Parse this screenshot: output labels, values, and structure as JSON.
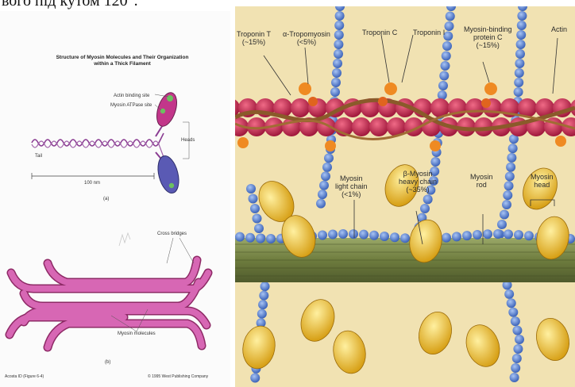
{
  "header_text": "вого під кутом 120°.",
  "left_panel": {
    "title_line1": "Structure of Myosin Molecules and Their Organization",
    "title_line2": "within a Thick Filament",
    "labels": {
      "actin_binding_site": "Actin binding site",
      "myosin_atpase_site": "Myosin ATPase site",
      "heads": "Heads",
      "tail": "Tail",
      "scale": "100 nm",
      "part_a": "(a)",
      "cross_bridges": "Cross bridges",
      "myosin_molecules": "Myosin molecules",
      "part_b": "(b)",
      "footer_left": "Acosta ID (Figure 6-4)",
      "footer_right": "© 1995 West Publishing Company"
    }
  },
  "right_panel": {
    "labels": {
      "troponin_t": "Troponin T",
      "troponin_t_pct": "(~15%)",
      "tropomyosin": "α-Tropomyosin",
      "tropomyosin_pct": "(<5%)",
      "troponin_c": "Troponin C",
      "troponin_i": "Troponin I",
      "mybp_line1": "Myosin-binding",
      "mybp_line2": "protein C",
      "mybp_pct": "(~15%)",
      "actin": "Actin",
      "light_chain_line1": "Myosin",
      "light_chain_line2": "light chain",
      "light_chain_pct": "(<1%)",
      "heavy_chain_line1": "β-Myosin",
      "heavy_chain_line2": "heavy chain",
      "heavy_chain_pct": "(~35%)",
      "rod_line1": "Myosin",
      "rod_line2": "rod",
      "head_line1": "Myosin",
      "head_line2": "head"
    },
    "colors": {
      "background": "#f1e2b2",
      "actin": "#c4244a",
      "troponin": "#ef8a22",
      "titin_beads": "#5b86d6",
      "myosin_head": "#f2b81c",
      "thick_filament": "#7c8a4a"
    }
  }
}
